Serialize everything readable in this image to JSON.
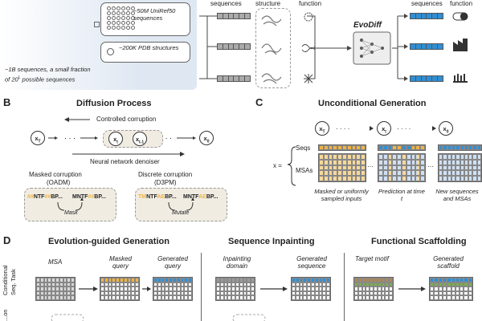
{
  "panel_a": {
    "uniref_text": "~50M UniRef50 sequences",
    "pdb_text": "~200K PDB structures",
    "bottom_note_1": "~1B sequences, a small fraction",
    "bottom_note_2": "of 20",
    "bottom_note_sup": "L",
    "bottom_note_3": " possible sequences",
    "col_sequences": "sequences",
    "col_structure": "structure",
    "col_function": "function",
    "evodiff_label": "EvoDiff",
    "out_sequences": "sequences",
    "out_function": "function"
  },
  "panel_b": {
    "letter": "B",
    "title": "Diffusion Process",
    "controlled_corruption": "Controlled corruption",
    "denoiser": "Neural network denoiser",
    "node_xT": "x",
    "node_xT_sub": "T",
    "node_xt": "x",
    "node_xt_sub": "t",
    "node_xt1": "x",
    "node_xt1_sub": "t-1",
    "node_x0": "x",
    "node_x0_sub": "0",
    "masked_title": "Masked corruption",
    "masked_sub": "(OADM)",
    "discrete_title": "Discrete corruption",
    "discrete_sub": "(D3PM)",
    "mask_label": "Mask",
    "mutate_label": "Mutate",
    "masked_left": [
      "#",
      "#",
      "NTF",
      "##",
      "BP..."
    ],
    "masked_right": [
      "M",
      "NTF",
      "#",
      "#",
      "BP..."
    ],
    "discrete_left": [
      "TM",
      "NTF",
      "AE",
      "BP..."
    ],
    "discrete_right": [
      "M",
      "NTF",
      "AE",
      "BP..."
    ]
  },
  "panel_c": {
    "letter": "C",
    "title": "Unconditional Generation",
    "node_xT": "x",
    "node_xT_sub": "T",
    "node_xt": "x",
    "node_xt_sub": "t",
    "node_x0": "x",
    "node_x0_sub": "0",
    "x_eq": "x =",
    "seqs_label": "Seqs",
    "msas_label": "MSAs",
    "caption_1": "Masked or uniformly sampled inputs",
    "caption_2": "Prediction at time t",
    "caption_3": "New sequences and MSAs"
  },
  "panel_d": {
    "letter": "D",
    "title_1": "Evolution-guided Generation",
    "title_2": "Sequence Inpainting",
    "title_3": "Functional Scaffolding",
    "side_label_1": "Conditional",
    "side_label_2": "Seq. Task",
    "side_label_3": "...on",
    "msa": "MSA",
    "masked_query": "Masked query",
    "generated_query": "Generated query",
    "inpainting_domain": "Inpainting domain",
    "generated_sequence": "Generated sequence",
    "target_motif": "Target motif",
    "generated_scaffold": "Generated scaffold"
  },
  "colors": {
    "orange": "#f0b445",
    "blue": "#2f8fd6",
    "light_blue": "#cfe0f5",
    "grey": "#9a9a9a",
    "light_grey": "#d8d8d8",
    "green": "#7bb04a",
    "brown": "#b08850",
    "panel_a_bg": "#dfe8f2"
  }
}
